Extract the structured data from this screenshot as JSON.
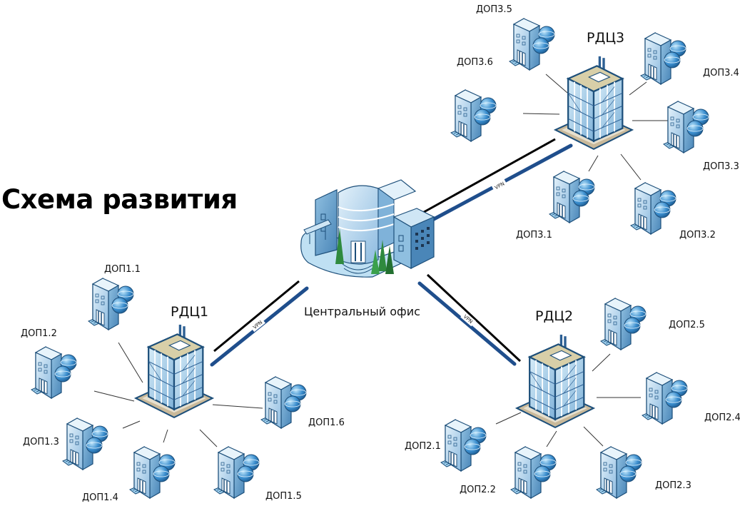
{
  "title": "Схема развития",
  "colors": {
    "vpn_line": "#1f4e8c",
    "plain_line": "#000000",
    "link_line": "#333333",
    "building_light": "#cfe6f5",
    "building_mid": "#8fbfe0",
    "building_dark": "#4a86b8",
    "globe": "#3c8fcf",
    "roof": "#d8cfa8",
    "tree": "#2f8a3e"
  },
  "center": {
    "label": "Центральный офис",
    "icon": "head-office-building-icon"
  },
  "vpn_label": "VPN",
  "hubs": [
    {
      "id": "rdc1",
      "label": "РДЦ1",
      "icon": "datacenter-tower-icon",
      "offices": [
        "ДОП1.1",
        "ДОП1.2",
        "ДОП1.3",
        "ДОП1.4",
        "ДОП1.5",
        "ДОП1.6"
      ]
    },
    {
      "id": "rdc2",
      "label": "РДЦ2",
      "icon": "datacenter-tower-icon",
      "offices": [
        "ДОП2.1",
        "ДОП2.2",
        "ДОП2.3",
        "ДОП2.4",
        "ДОП2.5"
      ]
    },
    {
      "id": "rdc3",
      "label": "РДЦ3",
      "icon": "datacenter-tower-icon",
      "offices": [
        "ДОП3.1",
        "ДОП3.2",
        "ДОП3.3",
        "ДОП3.4",
        "ДОП3.5",
        "ДОП3.6"
      ]
    }
  ],
  "office_icon": "branch-office-web-server-icon"
}
